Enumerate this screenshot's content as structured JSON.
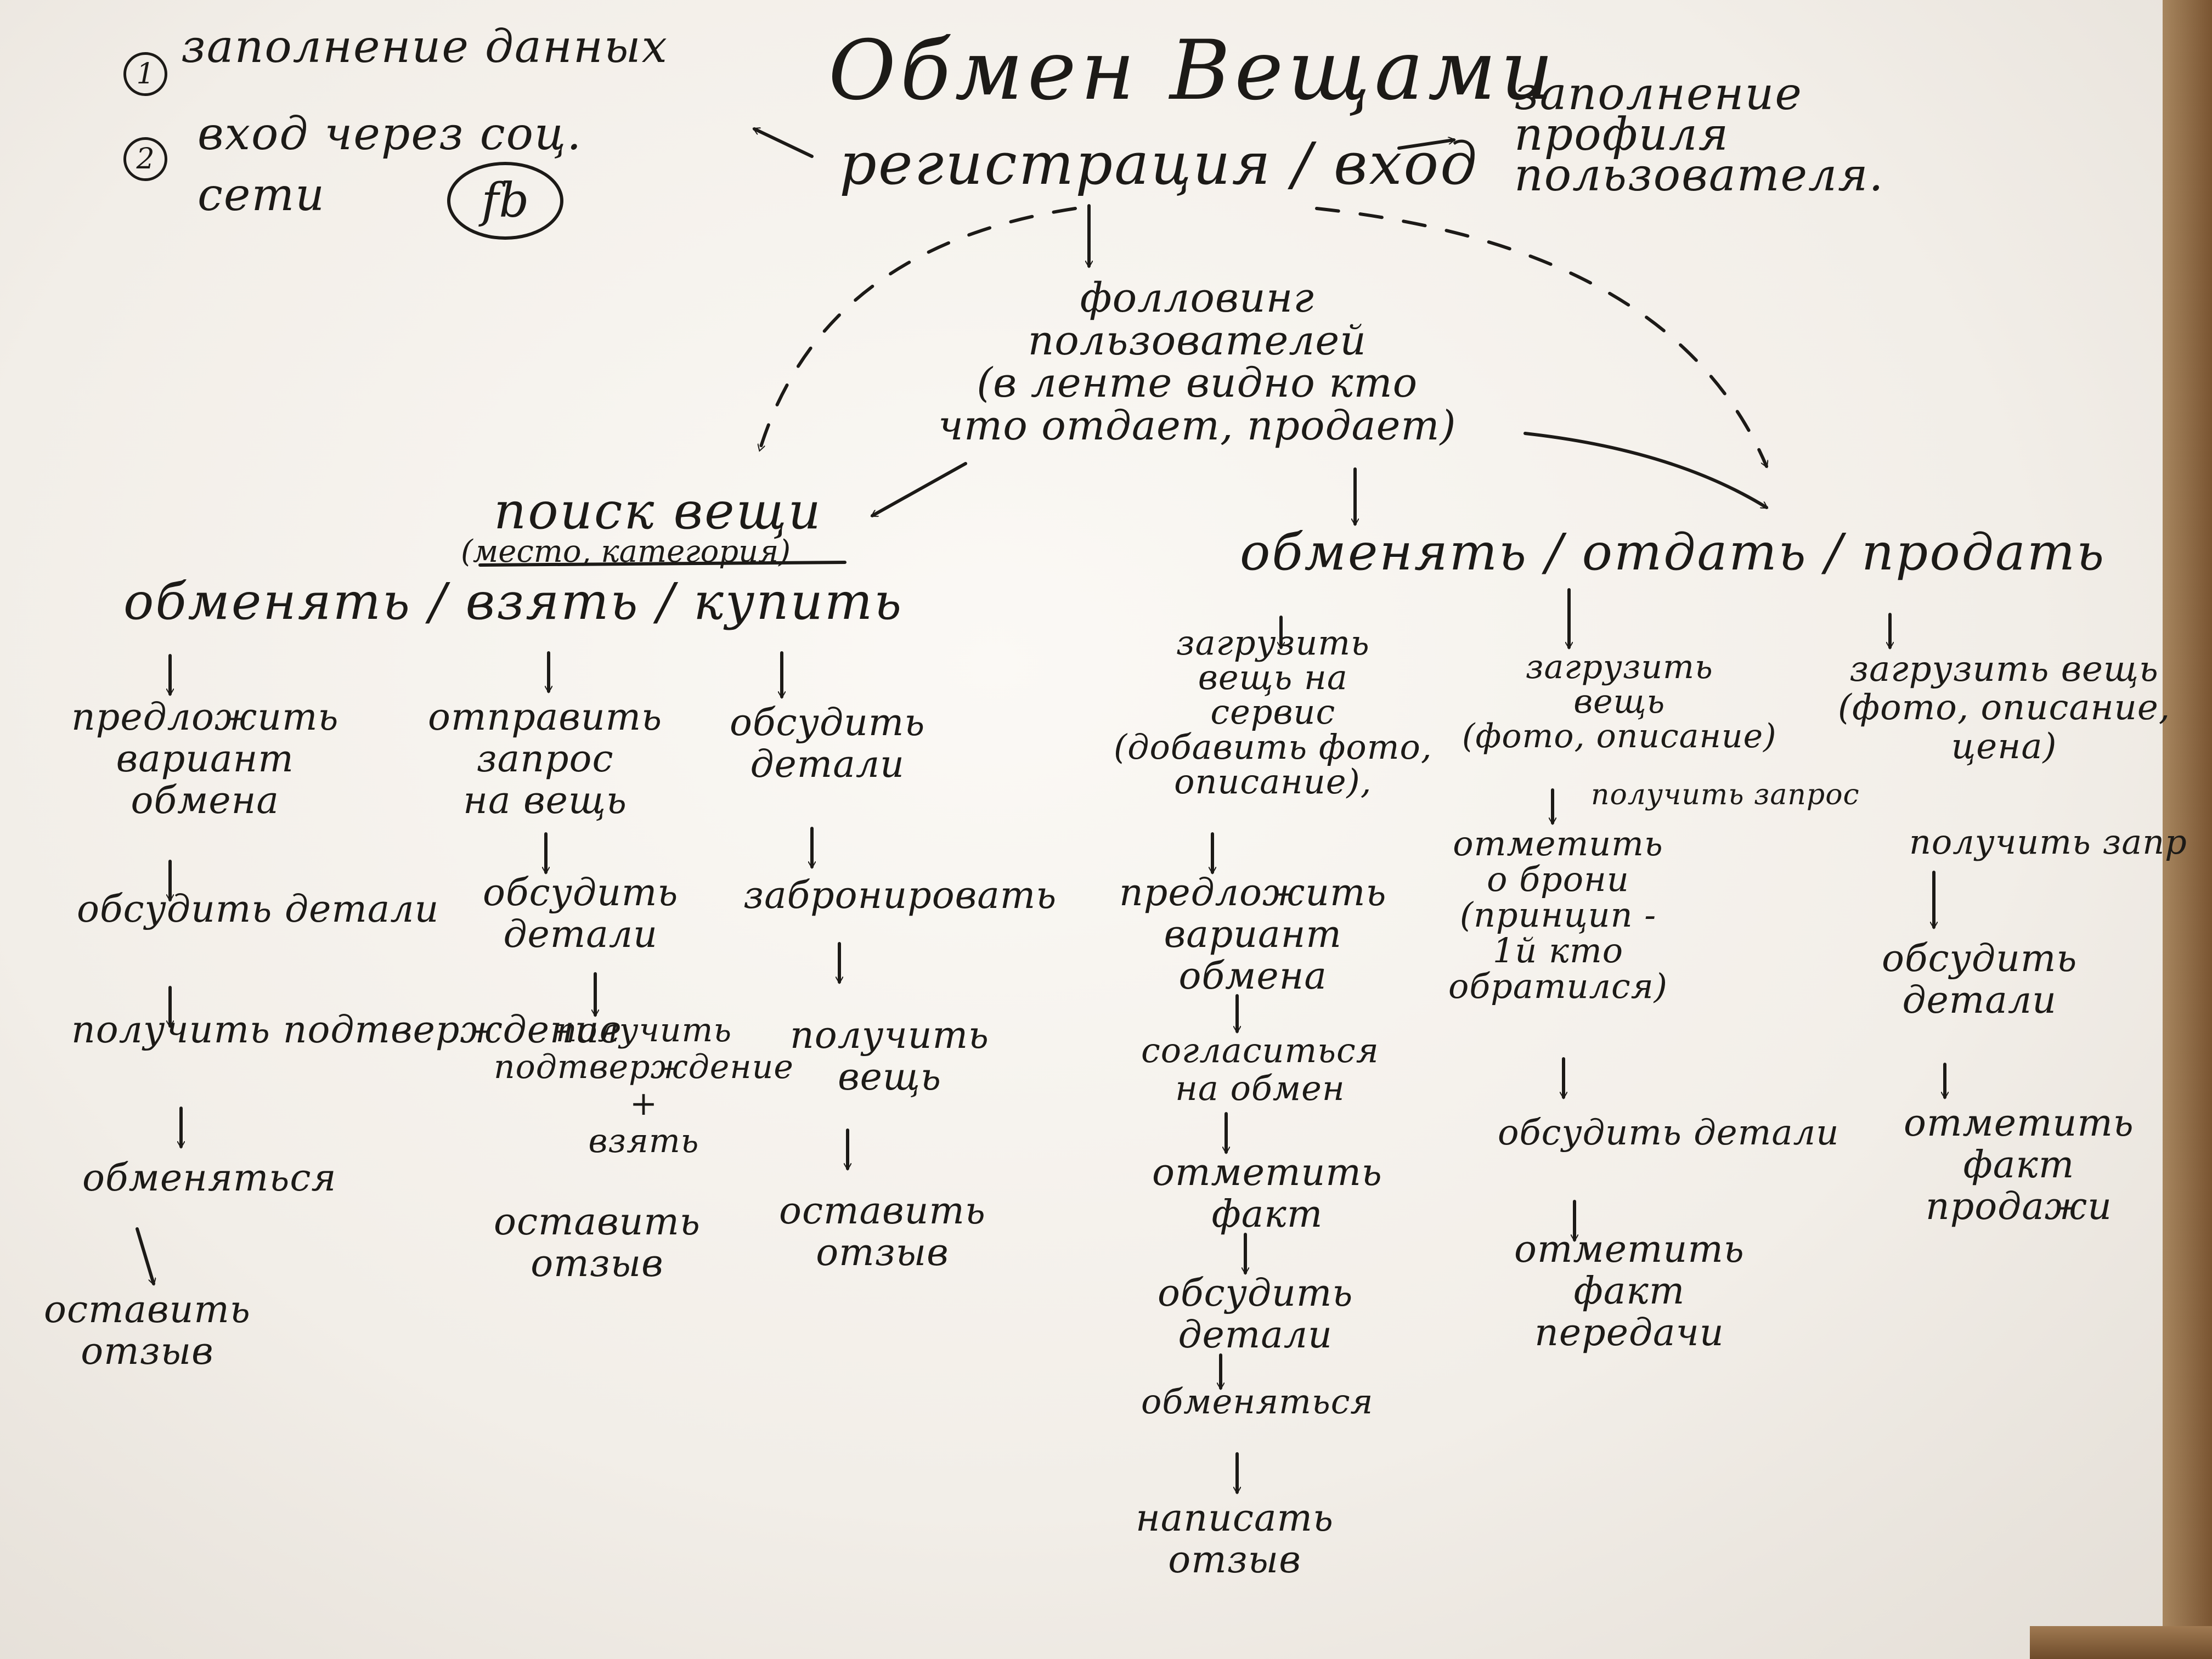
{
  "title": "Обмен Вещами",
  "login": {
    "label": "регистрация / вход",
    "left_options": [
      {
        "num": "1",
        "text": "заполнение данных"
      },
      {
        "num": "2",
        "text": "вход через соц.\nсети"
      }
    ],
    "fb_label": "fb",
    "right_note": "заполнение\nпрофиля\nпользователя."
  },
  "following": "фолловинг\nпользователей\n(в ленте видно кто\nчто отдает, продает)",
  "search": {
    "title": "поиск вещи",
    "subtitle": "(место, категория)",
    "actions": "обменять / взять / купить",
    "columns": [
      {
        "steps": [
          "предложить\nвариант\nобмена",
          "обсудить детали",
          "получить подтверждение",
          "обменяться",
          "оставить\nотзыв"
        ]
      },
      {
        "steps": [
          "отправить\nзапрос\nна вещь",
          "обсудить\nдетали",
          "получить\nподтверждение\n+\nвзять",
          "оставить\nотзыв"
        ]
      },
      {
        "steps": [
          "обсудить\nдетали",
          "забронировать",
          "получить\nвещь",
          "оставить\nотзыв"
        ]
      }
    ]
  },
  "offer": {
    "actions": "обменять / отдать / продать",
    "columns": [
      {
        "steps": [
          "загрузить\nвещь на\nсервис\n(добавить фото,\nописание),",
          "предложить\nвариант\nобмена",
          "согласиться\nна обмен",
          "отметить\nфакт",
          "обсудить\nдетали",
          "обменяться",
          "написать\nотзыв"
        ]
      },
      {
        "steps": [
          "загрузить\nвещь\n(фото, описание)",
          "получить запрос",
          "отметить\nо брони\n(принцип -\n1й кто\nобратился)",
          "обсудить детали",
          "отметить\nфакт\nпередачи"
        ]
      },
      {
        "steps": [
          "загрузить вещь\n(фото, описание,\nцена)",
          "получить запр",
          "обсудить\nдетали",
          "отметить\nфакт\nпродажи"
        ]
      }
    ]
  }
}
